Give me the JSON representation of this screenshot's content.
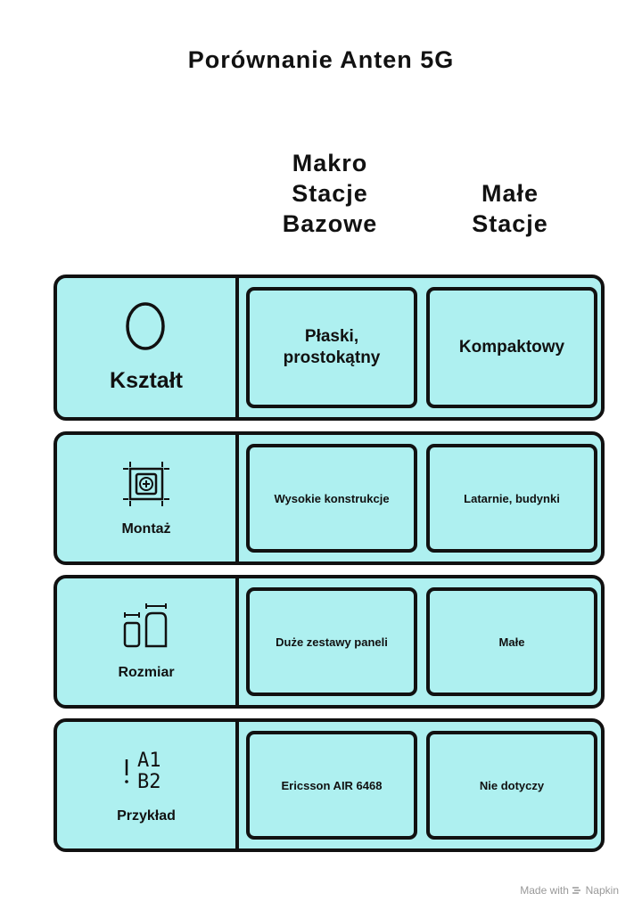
{
  "title": "Porównanie Anten 5G",
  "columns": [
    {
      "label": "Makro Stacje Bazowe"
    },
    {
      "label": "Małe Stacje"
    }
  ],
  "rows": [
    {
      "label": "Kształt",
      "icon": "oval-icon",
      "macro": "Płaski, prostokątny",
      "small": "Kompaktowy"
    },
    {
      "label": "Montaż",
      "icon": "mount-target-icon",
      "macro": "Wysokie konstrukcje",
      "small": "Latarnie, budynki"
    },
    {
      "label": "Rozmiar",
      "icon": "size-compare-icon",
      "macro": "Duże zestawy paneli",
      "small": "Małe"
    },
    {
      "label": "Przykład",
      "icon": "example-icon",
      "icon_text": [
        "A1",
        "B2"
      ],
      "macro": "Ericsson AIR 6468",
      "small": "Nie dotyczy"
    }
  ],
  "watermark": {
    "made_with": "Made with",
    "brand": "Napkin"
  },
  "colors": {
    "fill": "#aef0f0",
    "stroke": "#111111"
  }
}
